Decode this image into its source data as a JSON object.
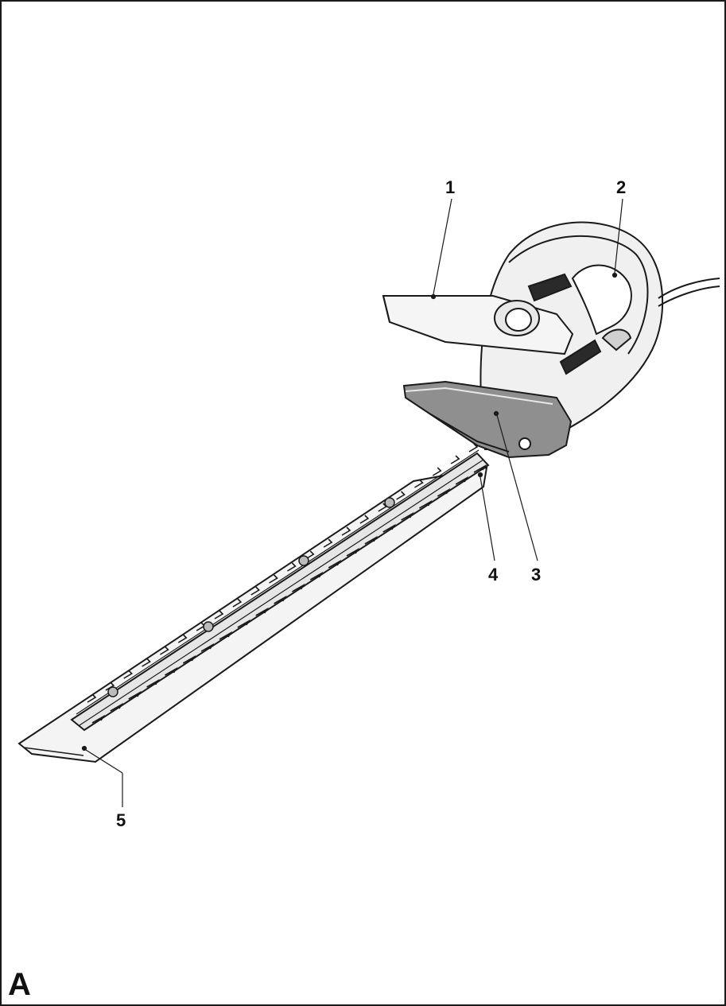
{
  "figure": {
    "label": "A",
    "callouts": [
      {
        "id": 1,
        "text": "1",
        "part": "front-handle-icon"
      },
      {
        "id": 2,
        "text": "2",
        "part": "rear-handle-switch-icon"
      },
      {
        "id": 3,
        "text": "3",
        "part": "hand-guard-icon"
      },
      {
        "id": 4,
        "text": "4",
        "part": "blade-icon"
      },
      {
        "id": 5,
        "text": "5",
        "part": "blade-sheath-icon"
      }
    ]
  },
  "colors": {
    "line": "#1a1a1a",
    "fill_light": "#f2f2f2",
    "fill_mid": "#d9d9d9",
    "fill_dark": "#9a9a9a"
  }
}
